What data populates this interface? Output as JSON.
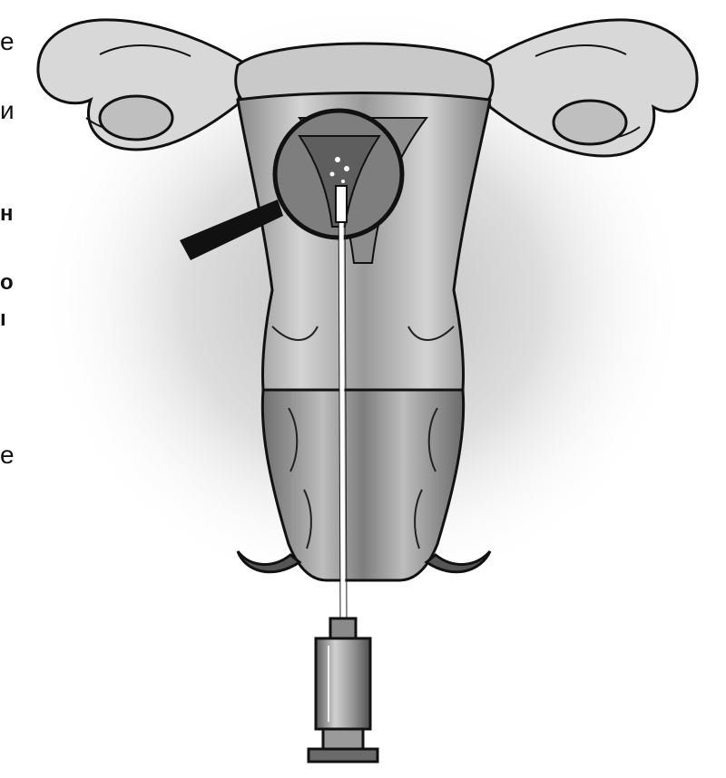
{
  "text_fragments": [
    "e",
    "и",
    "н",
    "о",
    "ı",
    "е"
  ],
  "colors": {
    "background": "#ffffff",
    "line": "#111111",
    "tissue_dark": "#6b6b6b",
    "tissue_mid": "#a6a6a6",
    "tissue_light": "#d9d9d9",
    "glow": "#c8c8c8"
  },
  "icons": {
    "pointer": "magnifier-pointer-icon",
    "syringe": "syringe-icon"
  }
}
